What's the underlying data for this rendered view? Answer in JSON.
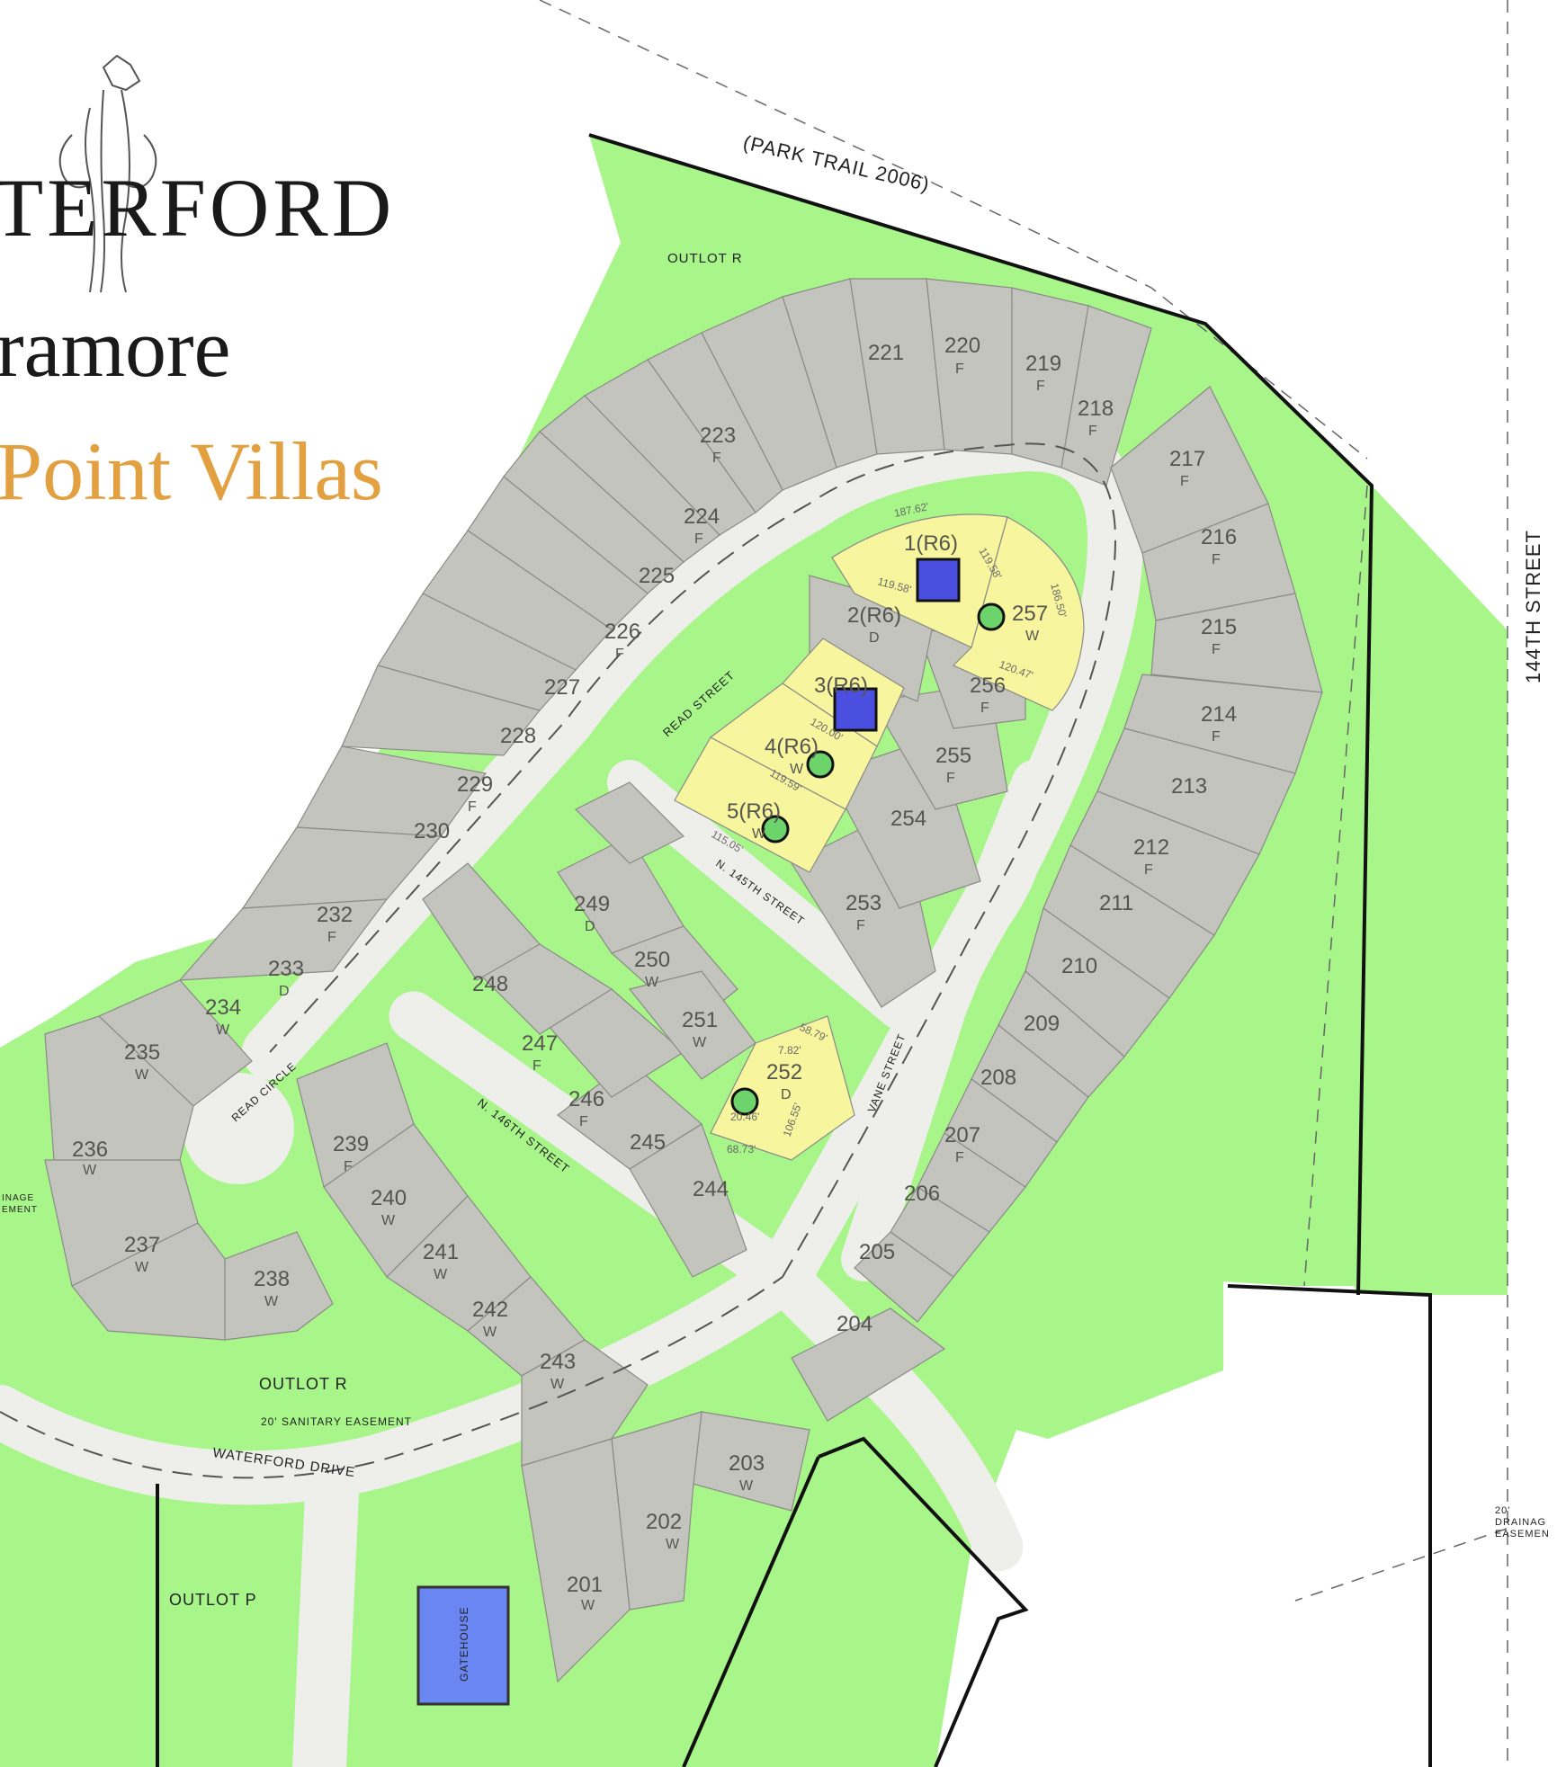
{
  "branding": {
    "logo_word": "TERFORD",
    "subtitle": "ramore",
    "section": "Point Villas",
    "section_color": "#e2a040"
  },
  "colors": {
    "open_space": "#a8f58a",
    "lot_standard": "#c4c4bf",
    "lot_highlight": "#f7f59e",
    "road": "#eeeeea",
    "marker_square": "#4a4fe0",
    "marker_circle": "#6cd46a"
  },
  "labels": {
    "park_trail": "(PARK TRAIL 2006)",
    "street_144": "144TH STREET",
    "outlot_r_top": "OUTLOT R",
    "outlot_r_bottom": "OUTLOT R",
    "outlot_p": "OUTLOT P",
    "sanitary_easement": "20' SANITARY EASEMENT",
    "waterford_drive": "WATERFORD DRIVE",
    "read_street": "READ STREET",
    "read_circle": "READ CIRCLE",
    "n145": "N. 145TH STREET",
    "n146": "N. 146TH STREET",
    "vane_street": "VANE STREET",
    "gatehouse": "GATEHOUSE",
    "drainage_left_1": "INAGE",
    "drainage_left_2": "EMENT",
    "drainage_right_1": "20'",
    "drainage_right_2": "DRAINAG",
    "drainage_right_3": "EASEMEN"
  },
  "lots_gray": [
    {
      "num": "221",
      "type": ""
    },
    {
      "num": "220",
      "type": "F"
    },
    {
      "num": "219",
      "type": "F"
    },
    {
      "num": "218",
      "type": "F"
    },
    {
      "num": "217",
      "type": "F"
    },
    {
      "num": "216",
      "type": "F"
    },
    {
      "num": "215",
      "type": "F"
    },
    {
      "num": "214",
      "type": "F"
    },
    {
      "num": "213",
      "type": ""
    },
    {
      "num": "212",
      "type": "F"
    },
    {
      "num": "211",
      "type": ""
    },
    {
      "num": "210",
      "type": ""
    },
    {
      "num": "209",
      "type": ""
    },
    {
      "num": "208",
      "type": ""
    },
    {
      "num": "207",
      "type": "F"
    },
    {
      "num": "206",
      "type": ""
    },
    {
      "num": "205",
      "type": ""
    },
    {
      "num": "204",
      "type": ""
    },
    {
      "num": "203",
      "type": "W"
    },
    {
      "num": "202",
      "type": "W"
    },
    {
      "num": "201",
      "type": "W"
    },
    {
      "num": "223",
      "type": "F"
    },
    {
      "num": "224",
      "type": "F"
    },
    {
      "num": "225",
      "type": ""
    },
    {
      "num": "226",
      "type": "F"
    },
    {
      "num": "227",
      "type": ""
    },
    {
      "num": "228",
      "type": ""
    },
    {
      "num": "229",
      "type": "F"
    },
    {
      "num": "230",
      "type": ""
    },
    {
      "num": "232",
      "type": "F"
    },
    {
      "num": "233",
      "type": "D"
    },
    {
      "num": "234",
      "type": "W"
    },
    {
      "num": "235",
      "type": "W"
    },
    {
      "num": "236",
      "type": "W"
    },
    {
      "num": "237",
      "type": "W"
    },
    {
      "num": "238",
      "type": "W"
    },
    {
      "num": "239",
      "type": "F"
    },
    {
      "num": "240",
      "type": "W"
    },
    {
      "num": "241",
      "type": "W"
    },
    {
      "num": "242",
      "type": "W"
    },
    {
      "num": "243",
      "type": "W"
    },
    {
      "num": "244",
      "type": ""
    },
    {
      "num": "245",
      "type": ""
    },
    {
      "num": "246",
      "type": "F"
    },
    {
      "num": "247",
      "type": "F"
    },
    {
      "num": "248",
      "type": ""
    },
    {
      "num": "249",
      "type": "D"
    },
    {
      "num": "250",
      "type": "W"
    },
    {
      "num": "251",
      "type": "W"
    },
    {
      "num": "253",
      "type": "F"
    },
    {
      "num": "254",
      "type": ""
    },
    {
      "num": "255",
      "type": "F"
    },
    {
      "num": "256",
      "type": "F"
    },
    {
      "num": "2(R6)",
      "type": "D"
    }
  ],
  "lots_highlight": [
    {
      "num": "1(R6)",
      "type": ""
    },
    {
      "num": "257",
      "type": "W"
    },
    {
      "num": "3(R6)",
      "type": ""
    },
    {
      "num": "4(R6)",
      "type": "W"
    },
    {
      "num": "5(R6)",
      "type": "W"
    },
    {
      "num": "252",
      "type": "D"
    }
  ],
  "dimensions": {
    "d1": "187.62'",
    "d2": "119.58'",
    "d3": "119.58'",
    "d4": "186.50'",
    "d5": "120.47'",
    "d6": "120.00'",
    "d7": "119.59'",
    "d8": "115.05'",
    "d9": "58.79'",
    "d10": "106.55'",
    "d11": "68.73'",
    "d12": "7.82'",
    "d13": "20.46'"
  }
}
